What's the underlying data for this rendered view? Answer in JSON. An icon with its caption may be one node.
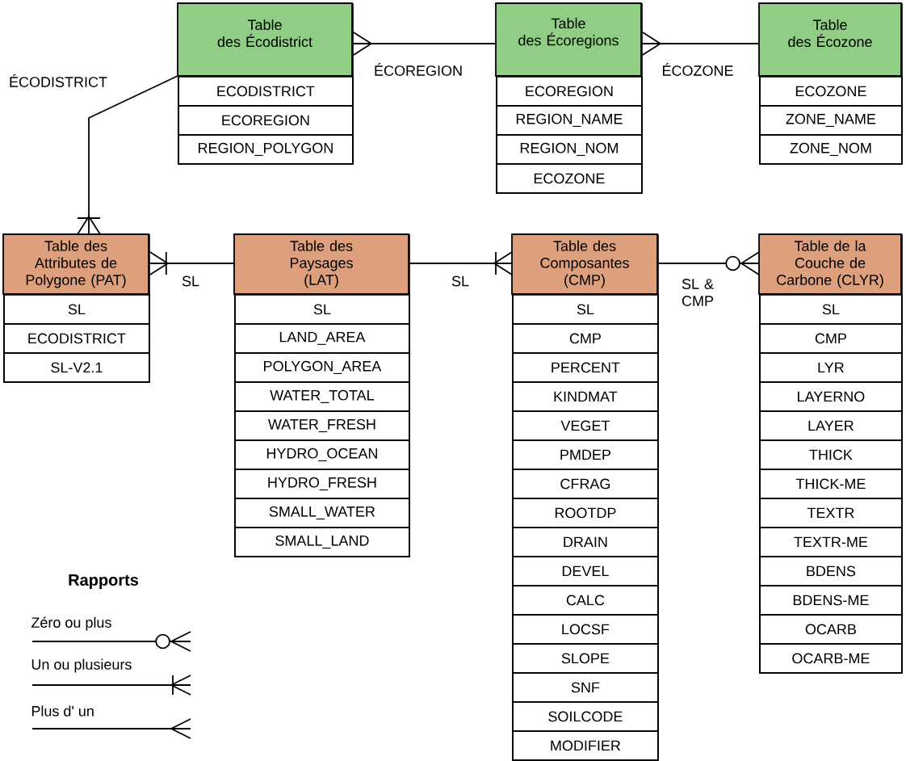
{
  "diagram": {
    "nodes": [
      {
        "text": [
          "Table des Écodistrict",
          "ECODISTRICT",
          "ECOREGION",
          "REGION_POLYGON"
        ]
      },
      {
        "text": [
          "Table des Écoregions",
          "ECOREGION",
          "REGION_NAME",
          "REGION_NOM",
          "ECOZONE"
        ]
      },
      {
        "text": [
          "Table des Écozone",
          "ECOZONE",
          "ZONE_NAME",
          "ZONE_NOM"
        ]
      },
      {
        "text": [
          "Table des Attributes de Polygone (PAT)",
          "SL",
          "ECODISTRICT",
          "SL-V2.1"
        ]
      },
      {
        "text": [
          "Table des Paysages (LAT)",
          "SL",
          "LAND_AREA",
          "POLYGON_AREA",
          "WATER_TOTAL",
          "WATER_FRESH",
          "HYDRO_OCEAN",
          "HYDRO_FRESH",
          "SMALL_WATER",
          "SMALL_LAND"
        ]
      },
      {
        "text": [
          "Table des Composantes (CMP)",
          "SL",
          "CMP",
          "PERCENT",
          "KINDMAT",
          "VEGET",
          "PMDEP",
          "CFRAG",
          "ROOTDP",
          "DRAIN",
          "DEVEL",
          "CALC",
          "LOCSF",
          "SLOPE",
          "SNF",
          "SOILCODE",
          "MODIFIER"
        ]
      },
      {
        "text": [
          "Table de la Couche de Carbone (CLYR)",
          "SL",
          "CMP",
          "LYR",
          "LAYERNO",
          "LAYER",
          "THICK",
          "THICK-ME",
          "TEXTR",
          "TEXTR-ME",
          "BDENS",
          "BDENS-ME",
          "OCARB",
          "OCARB-ME"
        ]
      }
    ],
    "edges": [
      {
        "from": 1,
        "to": 0,
        "arrow": "other",
        "label": "ÉCOREGION"
      },
      {
        "from": 2,
        "to": 1,
        "arrow": "other",
        "label": "ÉCOZONE"
      },
      {
        "from": 0,
        "to": 3,
        "arrow": "other",
        "label": "ÉCODISTRICT"
      },
      {
        "from": 4,
        "to": 3,
        "arrow": "other",
        "label": "SL"
      },
      {
        "from": 4,
        "to": 5,
        "arrow": "other",
        "label": "SL"
      },
      {
        "from": 5,
        "to": 6,
        "arrow": "other",
        "label": "SL & CMP"
      }
    ],
    "labels": [
      "Rapports"
    ],
    "legend": [
      {
        "text": "Zéro ou plus"
      },
      {
        "text": "Un ou plusieurs"
      },
      {
        "text": "Plus d' un"
      }
    ]
  }
}
